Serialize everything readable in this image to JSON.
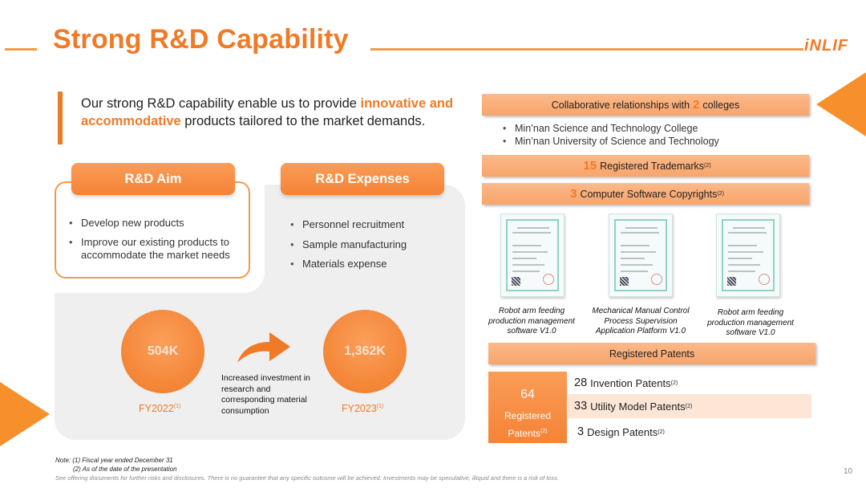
{
  "header": {
    "title": "Strong R&D Capability",
    "logo": "iNLIF"
  },
  "intro": {
    "part1": "Our strong R&D capability enable us to provide ",
    "highlight": "innovative and accommodative",
    "part2": " products tailored to the market demands."
  },
  "aim": {
    "label": "R&D Aim",
    "items": [
      "Develop new products",
      "Improve our existing products to accommodate the market needs"
    ]
  },
  "expenses": {
    "label": "R&D Expenses",
    "items": [
      "Personnel recruitment",
      "Sample manufacturing",
      "Materials expense"
    ],
    "fy2022_value": "504K",
    "fy2022_label": "FY2022",
    "fy2022_note": "(1)",
    "fy2023_value": "1,362K",
    "fy2023_label": "FY2023",
    "fy2023_note": "(1)",
    "arrow_text": "Increased investment in research and corresponding material consumption"
  },
  "colleges": {
    "prefix": "Collaborative relationships with",
    "count": "2",
    "suffix": "colleges",
    "items": [
      "Min’nan Science and Technology College",
      "Min’nan University of Science and Technology"
    ]
  },
  "trademarks": {
    "count": "15",
    "label": "Registered Trademarks",
    "note": "(2)"
  },
  "copyrights": {
    "count": "3",
    "label": "Computer Software Copyrights",
    "note": "(2)"
  },
  "certificates": [
    {
      "caption": "Robot arm feeding production management software V1.0"
    },
    {
      "caption": "Mechanical Manual Control Process Supervision Application Platform V1.0"
    },
    {
      "caption": "Robot arm feeding production management software V1.0"
    }
  ],
  "patents": {
    "header": "Registered Patents",
    "total": "64",
    "total_label": "Registered Patents",
    "total_note": "(2)",
    "rows": [
      {
        "count": "28",
        "label": "Invention Patents",
        "note": "(2)"
      },
      {
        "count": "33",
        "label": "Utility Model Patents",
        "note": "(2)"
      },
      {
        "count": "3",
        "label": "Design Patents",
        "note": "(2)"
      }
    ]
  },
  "footer": {
    "note1": "Note: (1) Fiscal year ended December 31",
    "note2": "(2) As of the date of the presentation",
    "disclaimer": "See offering documents for further risks and disclosures. There is no guarantee that any specific outcome will be achieved. Investments may be speculative, illiquid and there is a risk of loss.",
    "page_number": "10"
  },
  "colors": {
    "accent": "#f07a26",
    "banner": "#f8a56c",
    "grey": "#efefef"
  }
}
